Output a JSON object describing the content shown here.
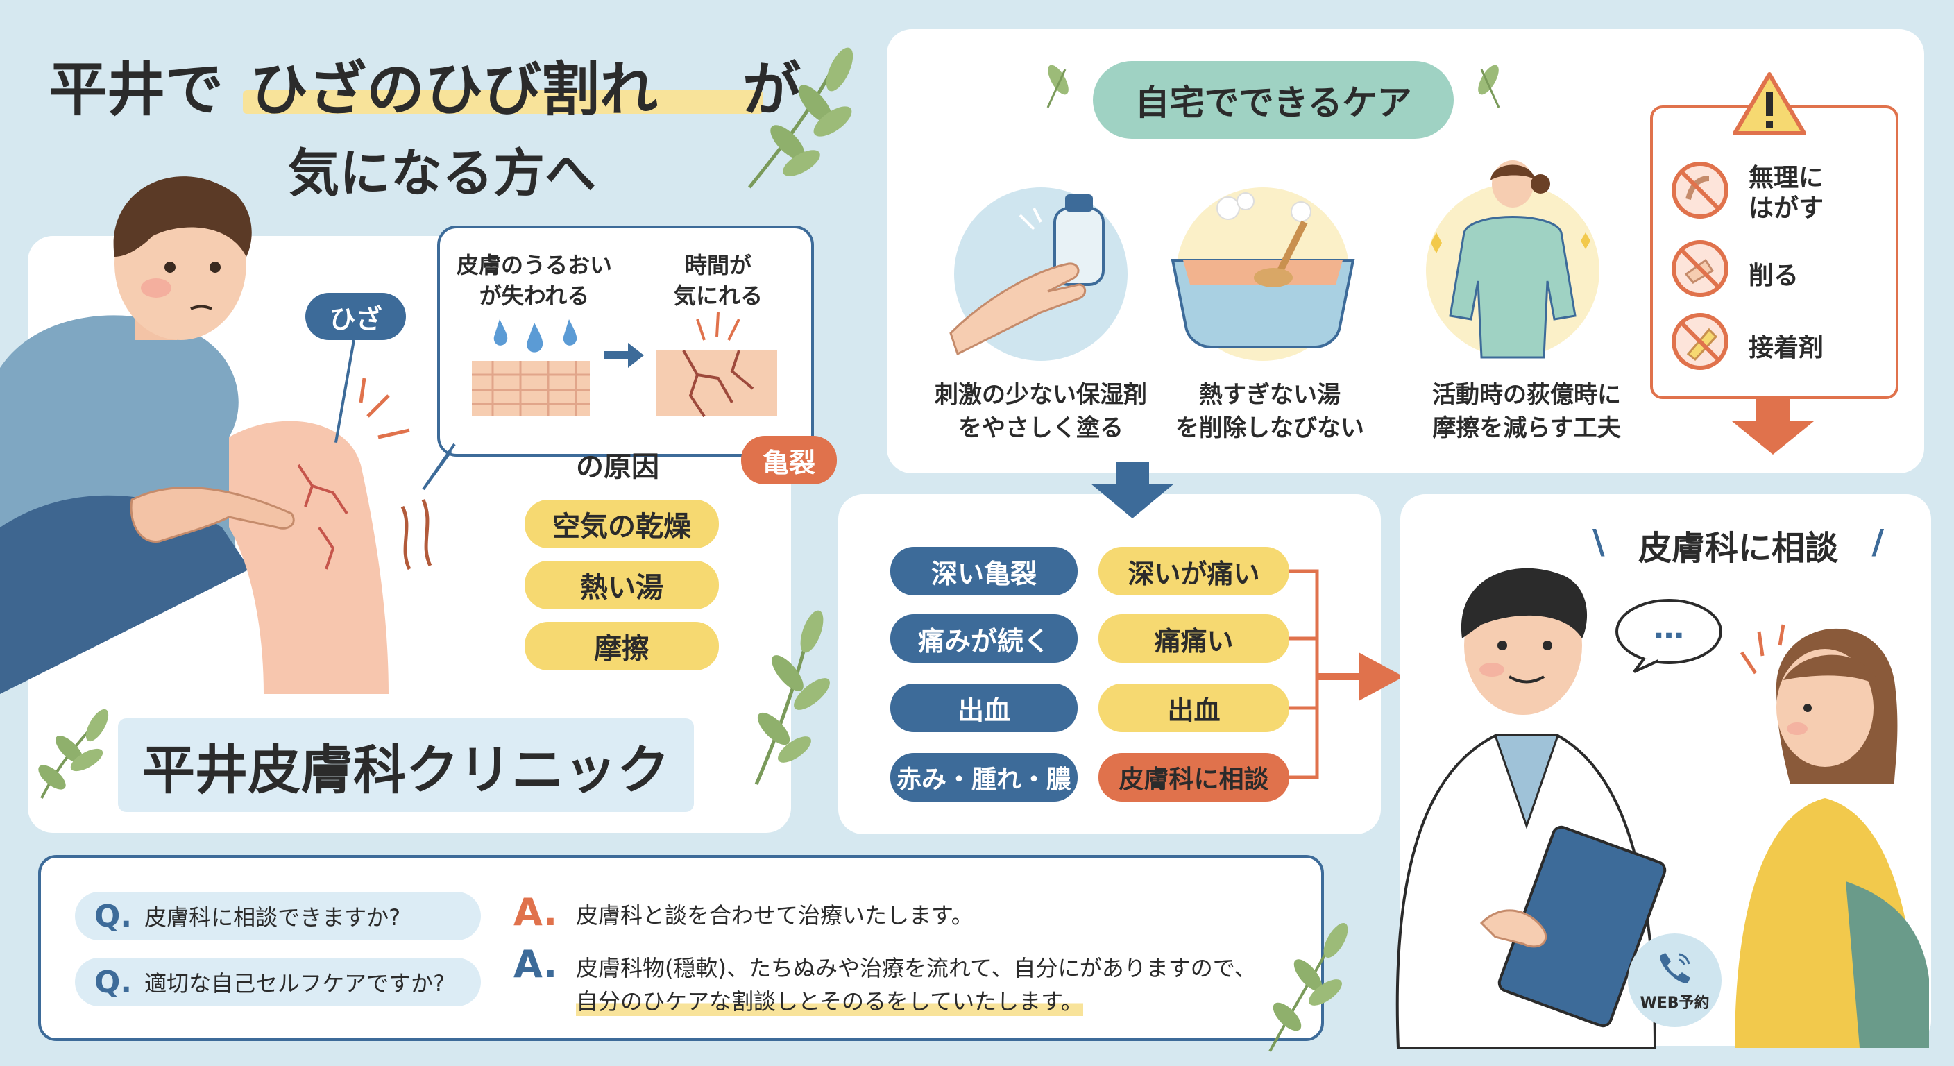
{
  "title": {
    "line1_a": "平井で",
    "line1_b": "ひざのひび割れ",
    "line1_c": "が",
    "line2": "気になる方へ"
  },
  "knee": {
    "label": "ひざ"
  },
  "bubble": {
    "cause1": "皮膚のうるおい\nが失われる",
    "cause2": "時間が\n気にれる",
    "crack_badge": "亀裂",
    "cause_heading": "の原因",
    "causes": [
      "空気の乾燥",
      "熱い湯",
      "摩擦"
    ]
  },
  "clinic": {
    "name": "平井皮膚科クリニック"
  },
  "home_care": {
    "title": "自宅でできるケア",
    "items": [
      {
        "text": "刺激の少ない保湿剤\nをやさしく塗る"
      },
      {
        "text": "熱すぎない湯\nを削除しなびない"
      },
      {
        "text": "活動時の荻億時に\n摩擦を減らす工夫"
      }
    ]
  },
  "warnings": {
    "items": [
      {
        "label": "無理に\nはがす",
        "icon": "peel-prohibited-icon"
      },
      {
        "label": "削る",
        "icon": "scrape-prohibited-icon"
      },
      {
        "label": "接着剤",
        "icon": "glue-prohibited-icon"
      }
    ]
  },
  "symptoms": {
    "rows": [
      {
        "left": "深い亀裂",
        "right": "深いが痛い"
      },
      {
        "left": "痛みが続く",
        "right": "痛痛い"
      },
      {
        "left": "出血",
        "right": "出血"
      },
      {
        "left": "赤み・腫れ・膿",
        "right": "皮膚科に相談"
      }
    ]
  },
  "consult": {
    "title": "皮膚科に相談",
    "speech": "…",
    "web": "WEB予約"
  },
  "faq": {
    "q_mark": "Q.",
    "a_mark": "A.",
    "q1": "皮膚科に相談できますか?",
    "q2": "適切な自己セルフケアですか?",
    "a1": "皮膚科と談を合わせて治療いたします。",
    "a2_line1": "皮膚科物(穏軟)、たちぬみや治療を流れて、自分にがありますので、",
    "a2_line2": "自分のひケアな割談しとそのるをしていたします。"
  },
  "colors": {
    "background": "#d6e8f0",
    "navy": "#3d6b99",
    "yellow": "#f6d971",
    "orange": "#e0724c",
    "teal": "#9fd2c3",
    "light_blue": "#dcecf5"
  }
}
